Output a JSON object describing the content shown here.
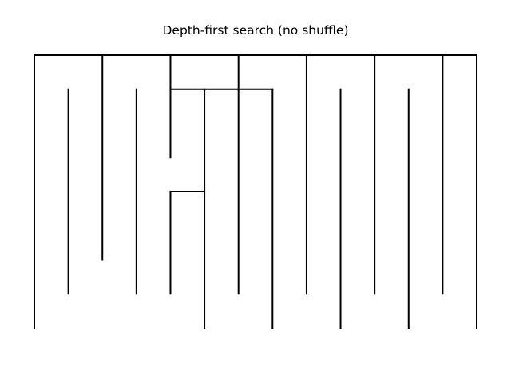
{
  "title": "Depth-first search (no shuffle)",
  "colors": {
    "wall": "#000000",
    "background": "#ffffff"
  },
  "maze": {
    "cols": 13,
    "rows": 8,
    "walls": {
      "horizontal": [
        [
          0,
          0,
          13
        ],
        [
          1,
          7,
          4
        ],
        [
          4,
          4,
          5
        ],
        [
          0,
          8,
          13
        ]
      ],
      "vertical": [
        [
          0,
          0,
          8
        ],
        [
          1,
          1,
          7
        ],
        [
          2,
          0,
          6
        ],
        [
          3,
          1,
          7
        ],
        [
          4,
          0,
          3
        ],
        [
          4,
          4,
          7
        ],
        [
          5,
          1,
          8
        ],
        [
          6,
          0,
          7
        ],
        [
          7,
          1,
          8
        ],
        [
          8,
          0,
          7
        ],
        [
          9,
          1,
          8
        ],
        [
          10,
          0,
          7
        ],
        [
          11,
          1,
          8
        ],
        [
          12,
          0,
          7
        ],
        [
          13,
          0,
          8
        ]
      ]
    }
  }
}
